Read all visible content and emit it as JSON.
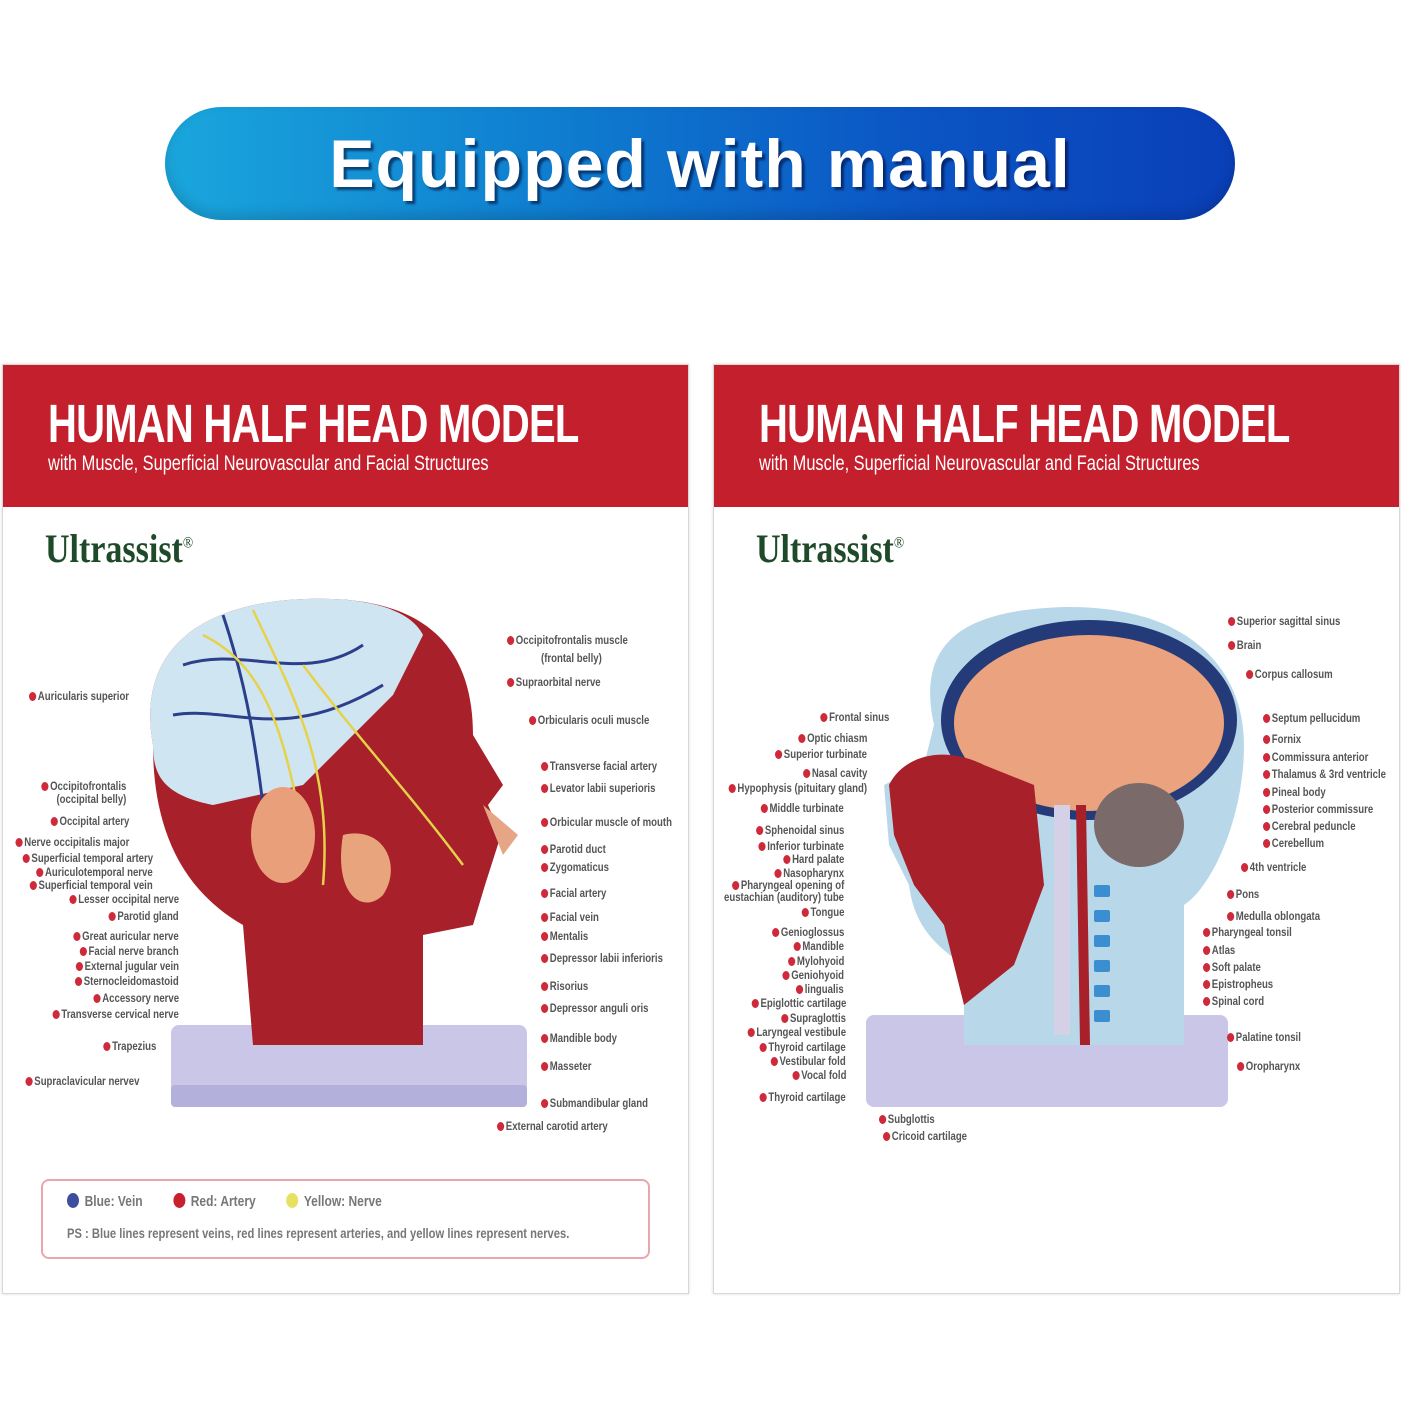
{
  "banner": {
    "text": "Equipped with manual"
  },
  "colors": {
    "brand_red": "#c41f2c",
    "banner_blue": "#0b55c4",
    "vein": "#3d4f9c",
    "artery": "#c8202c",
    "nerve": "#e8e060"
  },
  "manuals": [
    {
      "title": "HUMAN HALF HEAD MODEL",
      "subtitle": "with Muscle, Superficial Neurovascular and Facial Structures",
      "logo": "Ultrassist",
      "logo_mark": "®",
      "labels_left": [
        "Auricularis superior",
        "Occipitofrontalis",
        "(occipital belly)",
        "Occipital artery",
        "Nerve occipitalis major",
        "Superficial temporal artery",
        "Auriculotemporal nerve",
        "Superficial temporal vein",
        "Lesser occipital nerve",
        "Parotid gland",
        "Great auricular nerve",
        "Facial nerve branch",
        "External jugular vein",
        "Sternocleidomastoid",
        "Accessory nerve",
        "Transverse cervical nerve",
        "Trapezius",
        "Supraclavicular nervev"
      ],
      "labels_right": [
        "Occipitofrontalis muscle",
        "(frontal belly)",
        "Supraorbital nerve",
        "Orbicularis oculi muscle",
        "Transverse facial artery",
        "Levator labii superioris",
        "Orbicular muscle of mouth",
        "Parotid duct",
        "Zygomaticus",
        "Facial artery",
        "Facial vein",
        "Mentalis",
        "Depressor labii inferioris",
        "Risorius",
        "Depressor anguli oris",
        "Mandible body",
        "Masseter",
        "Submandibular gland",
        "External carotid artery"
      ],
      "legend": {
        "items": [
          {
            "label": "Blue: Vein",
            "color": "#3d4f9c"
          },
          {
            "label": "Red: Artery",
            "color": "#c8202c"
          },
          {
            "label": "Yellow: Nerve",
            "color": "#e8e060"
          }
        ],
        "note": "PS :   Blue lines represent veins, red lines represent arteries, and yellow lines represent nerves."
      }
    },
    {
      "title": "HUMAN HALF HEAD MODEL",
      "subtitle": "with Muscle, Superficial Neurovascular and Facial Structures",
      "logo": "Ultrassist",
      "logo_mark": "®",
      "labels_left": [
        "Frontal sinus",
        "Optic chiasm",
        "Superior turbinate",
        "Nasal cavity",
        "Hypophysis (pituitary gland)",
        "Middle turbinate",
        "Sphenoidal sinus",
        "Inferior turbinate",
        "Hard palate",
        "Nasopharynx",
        "Pharyngeal opening of",
        "eustachian (auditory) tube",
        "Tongue",
        "Genioglossus",
        "Mandible",
        "Mylohyoid",
        "Geniohyoid",
        "lingualis",
        "Epiglottic cartilage",
        "Supraglottis",
        "Laryngeal vestibule",
        "Thyroid cartilage",
        "Vestibular fold",
        "Vocal fold",
        "Thyroid cartilage"
      ],
      "labels_bottom": [
        "Subglottis",
        "Cricoid cartilage"
      ],
      "labels_right": [
        "Superior sagittal sinus",
        "Brain",
        "Corpus callosum",
        "Septum pellucidum",
        "Fornix",
        "Commissura anterior",
        "Thalamus & 3rd ventricle",
        "Pineal body",
        "Posterior commissure",
        "Cerebral peduncle",
        "Cerebellum",
        "4th ventricle",
        "Pons",
        "Medulla oblongata",
        "Pharyngeal tonsil",
        "Atlas",
        "Soft palate",
        "Epistropheus",
        "Spinal cord",
        "Palatine tonsil",
        "Oropharynx"
      ]
    }
  ]
}
